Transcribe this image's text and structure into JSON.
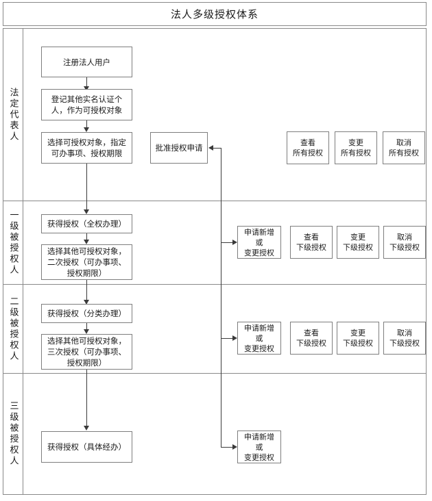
{
  "title": "法人多级授权体系",
  "roles": [
    {
      "id": "legal-representative",
      "label": "法定代表人"
    },
    {
      "id": "level-1-authorized",
      "label": "一级被授权人"
    },
    {
      "id": "level-2-authorized",
      "label": "二级被授权人"
    },
    {
      "id": "level-3-authorized",
      "label": "三级被授权人"
    }
  ],
  "legal_representative": {
    "steps": [
      "注册法人用户",
      "登记其他实名认证个\n人，作为可授权对象",
      "选择可授权对象，指定\n可办事项、授权期限"
    ],
    "approval_box": "批准授权申请",
    "actions": [
      "查看\n所有授权",
      "变更\n所有授权",
      "取消\n所有授权"
    ]
  },
  "level_1": {
    "steps": [
      "获得授权（全权办理）",
      "选择其他可授权对象，\n二次授权（可办事项、\n授权期限）"
    ],
    "actions": [
      "申请新增或\n变更授权",
      "查看\n下级授权",
      "变更\n下级授权",
      "取消\n下级授权"
    ]
  },
  "level_2": {
    "steps": [
      "获得授权（分类办理）",
      "选择其他可授权对象，\n三次授权（可办事项、\n授权期限）"
    ],
    "actions": [
      "申请新增或\n变更授权",
      "查看\n下级授权",
      "变更\n下级授权",
      "取消\n下级授权"
    ]
  },
  "level_3": {
    "steps": [
      "获得授权（具体经办）"
    ],
    "actions": [
      "申请新增或\n变更授权"
    ]
  },
  "colors": {
    "frame": "#888888",
    "box_border": "#7d7d7d",
    "connector": "#3a3a3a",
    "text": "#1a1a1a",
    "background": "#ffffff"
  }
}
